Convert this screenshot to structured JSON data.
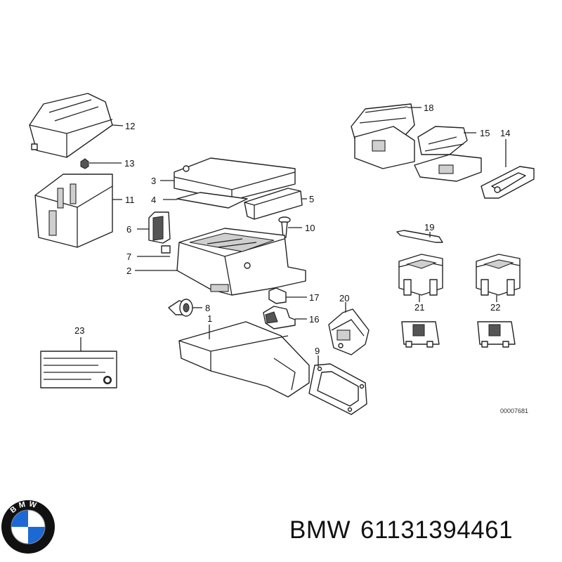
{
  "callouts": [
    "1",
    "2",
    "3",
    "4",
    "5",
    "6",
    "7",
    "8",
    "9",
    "10",
    "11",
    "12",
    "13",
    "14",
    "15",
    "16",
    "17",
    "18",
    "19",
    "20",
    "21",
    "22",
    "23"
  ],
  "drawing_number": "00007681",
  "caption": {
    "brand": "BMW",
    "part_number": "61131394461"
  },
  "logo": {
    "text": "BMW",
    "colors": {
      "blue": "#1c69d4",
      "ring": "#111111",
      "white": "#ffffff"
    }
  }
}
